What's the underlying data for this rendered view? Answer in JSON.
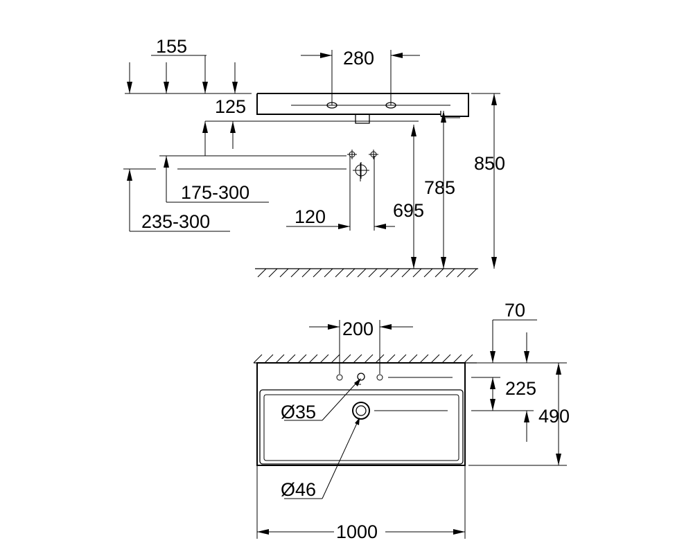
{
  "side_view": {
    "dim_155": "155",
    "dim_280": "280",
    "dim_125": "125",
    "dim_850": "850",
    "dim_785": "785",
    "dim_695": "695",
    "dim_175_300": "175-300",
    "dim_235_300": "235-300",
    "dim_120": "120"
  },
  "top_view": {
    "dim_200": "200",
    "dim_70": "70",
    "dim_225": "225",
    "dim_490": "490",
    "dim_d35": "Ø35",
    "dim_d46": "Ø46",
    "dim_1000": "1000"
  }
}
